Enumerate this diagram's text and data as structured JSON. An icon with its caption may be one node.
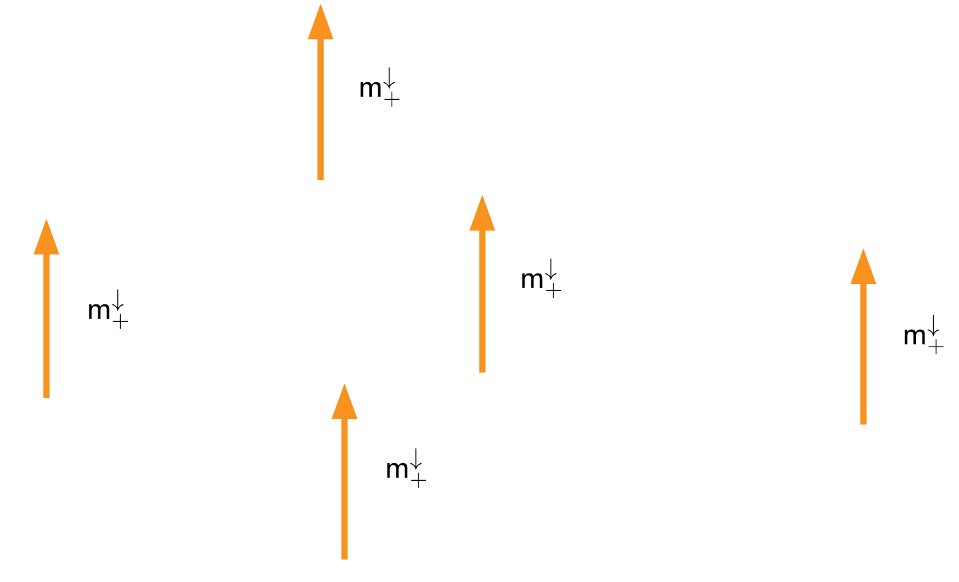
{
  "diagram": {
    "labels": [
      "\\mathsf{m}^{\\downarrow}_{+}",
      "\\mathsf{m}^{\\downarrow}_{+}",
      "\\mathsf{m}^{\\downarrow}_{+}",
      "\\mathsf{m}^{\\downarrow}_{+}",
      "\\mathsf{m}^{\\downarrow}_{+}"
    ]
  }
}
